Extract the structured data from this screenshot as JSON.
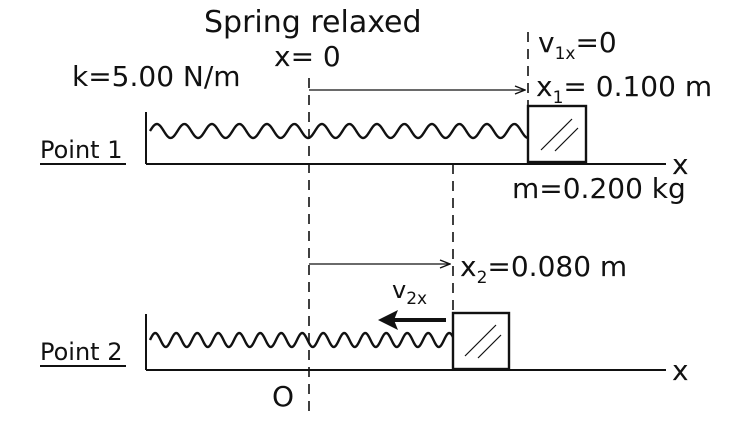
{
  "diagram": {
    "header_label": "Spring relaxed",
    "origin_label": "x= 0",
    "spring_constant": "k=5.00 N/m",
    "point1": {
      "label": "Point 1",
      "velocity_symbol": "v",
      "velocity_subscript": "1x",
      "velocity_value": "=0",
      "position_symbol": "x",
      "position_subscript": "1",
      "position_value": "= 0.100 m",
      "mass": "m=0.200 kg"
    },
    "point2": {
      "label": "Point 2",
      "velocity_symbol": "v",
      "velocity_subscript": "2x",
      "position_symbol": "x",
      "position_subscript": "2",
      "position_value": "=0.080 m"
    },
    "axis_label": "x",
    "origin_marker": "O"
  }
}
